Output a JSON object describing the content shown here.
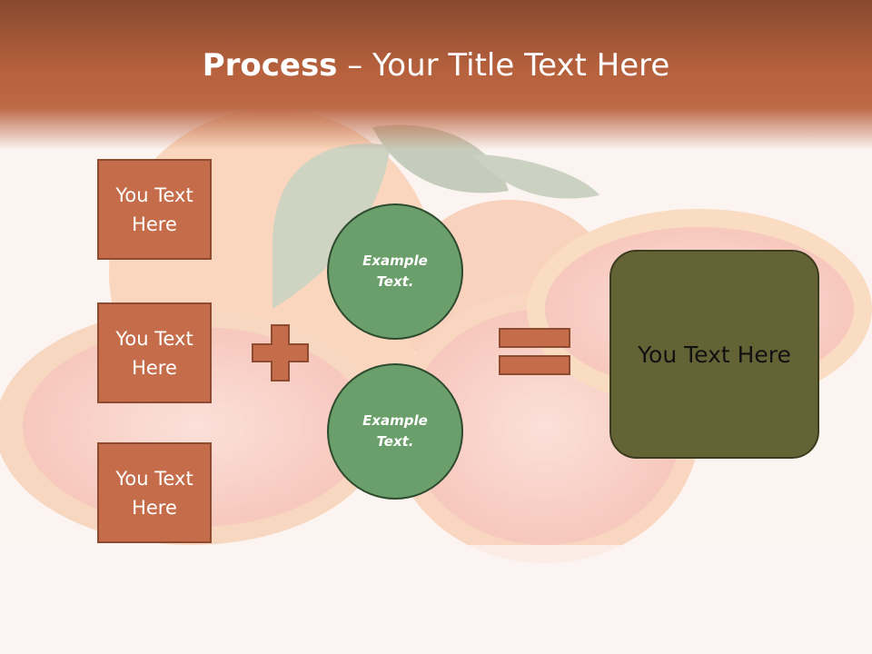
{
  "slide": {
    "title_bold": "Process",
    "title_rest": " – Your Title Text Here",
    "boxes": [
      "You Text Here",
      "You Text Here",
      "You Text Here"
    ],
    "circles": [
      "Example Text.",
      "Example Text."
    ],
    "result": "You Text Here"
  },
  "colors": {
    "header": "#b7613d",
    "box_fill": "#c56c4b",
    "circle_fill": "#6a9e6a",
    "result_fill": "#646336"
  },
  "icons": [
    "plus-icon",
    "equals-icon"
  ]
}
